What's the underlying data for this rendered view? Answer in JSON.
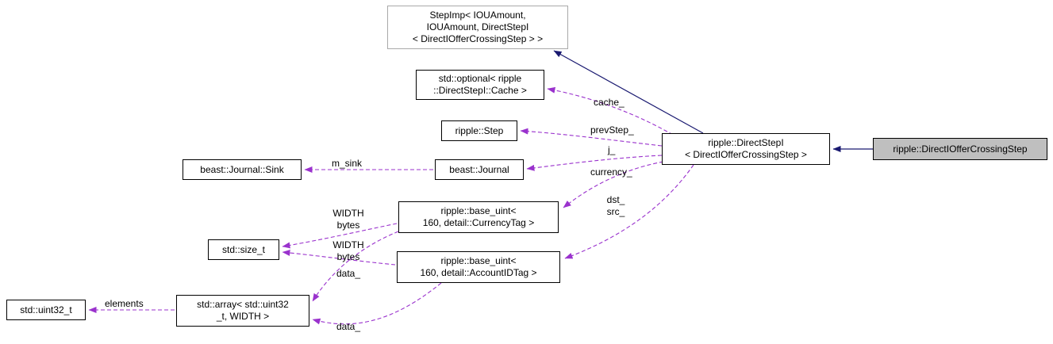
{
  "diagram": {
    "nodes": {
      "stepimp": {
        "label": "StepImp< IOUAmount,\nIOUAmount, DirectStepI\n< DirectIOfferCrossingStep > >"
      },
      "optional_cache": {
        "label": "std::optional< ripple\n::DirectStepI::Cache >"
      },
      "step": {
        "label": "ripple::Step"
      },
      "journal_sink": {
        "label": "beast::Journal::Sink"
      },
      "journal": {
        "label": "beast::Journal"
      },
      "base_uint_currency": {
        "label": "ripple::base_uint<\n160, detail::CurrencyTag >"
      },
      "size_t": {
        "label": "std::size_t"
      },
      "base_uint_account": {
        "label": "ripple::base_uint<\n160, detail::AccountIDTag >"
      },
      "uint32_t": {
        "label": "std::uint32_t"
      },
      "array": {
        "label": "std::array< std::uint32\n_t, WIDTH >"
      },
      "direct_stepi": {
        "label": "ripple::DirectStepI\n< DirectIOfferCrossingStep >"
      },
      "main": {
        "label": "ripple::DirectIOfferCrossingStep"
      }
    },
    "edge_labels": {
      "cache": "cache_",
      "prev_step": "prevStep_",
      "j": "j_",
      "currency": "currency_",
      "dst_src": "dst_\nsrc_",
      "m_sink": "m_sink",
      "width_bytes": "WIDTH\nbytes",
      "data": "data_",
      "elements": "elements"
    },
    "edges": [
      {
        "from": "main",
        "to": "direct_stepi",
        "type": "inheritance"
      },
      {
        "from": "direct_stepi",
        "to": "stepimp",
        "type": "inheritance"
      },
      {
        "from": "direct_stepi",
        "to": "optional_cache",
        "type": "usage",
        "label": "cache_"
      },
      {
        "from": "direct_stepi",
        "to": "step",
        "type": "usage",
        "label": "prevStep_"
      },
      {
        "from": "direct_stepi",
        "to": "journal",
        "type": "usage",
        "label": "j_"
      },
      {
        "from": "journal",
        "to": "journal_sink",
        "type": "usage",
        "label": "m_sink"
      },
      {
        "from": "direct_stepi",
        "to": "base_uint_currency",
        "type": "usage",
        "label": "currency_"
      },
      {
        "from": "direct_stepi",
        "to": "base_uint_account",
        "type": "usage",
        "label": "dst_ src_"
      },
      {
        "from": "base_uint_currency",
        "to": "size_t",
        "type": "usage",
        "label": "WIDTH bytes"
      },
      {
        "from": "base_uint_account",
        "to": "size_t",
        "type": "usage",
        "label": "WIDTH bytes"
      },
      {
        "from": "base_uint_currency",
        "to": "array",
        "type": "usage",
        "label": "data_"
      },
      {
        "from": "base_uint_account",
        "to": "array",
        "type": "usage",
        "label": "data_"
      },
      {
        "from": "array",
        "to": "uint32_t",
        "type": "usage",
        "label": "elements"
      }
    ],
    "colors": {
      "inheritance_edge": "#191970",
      "usage_edge": "#9a32cd",
      "selected_node_fill": "#bfbfbf",
      "node_border": "#000000",
      "external_node_border": "#a9a9a9",
      "background": "#ffffff"
    }
  }
}
